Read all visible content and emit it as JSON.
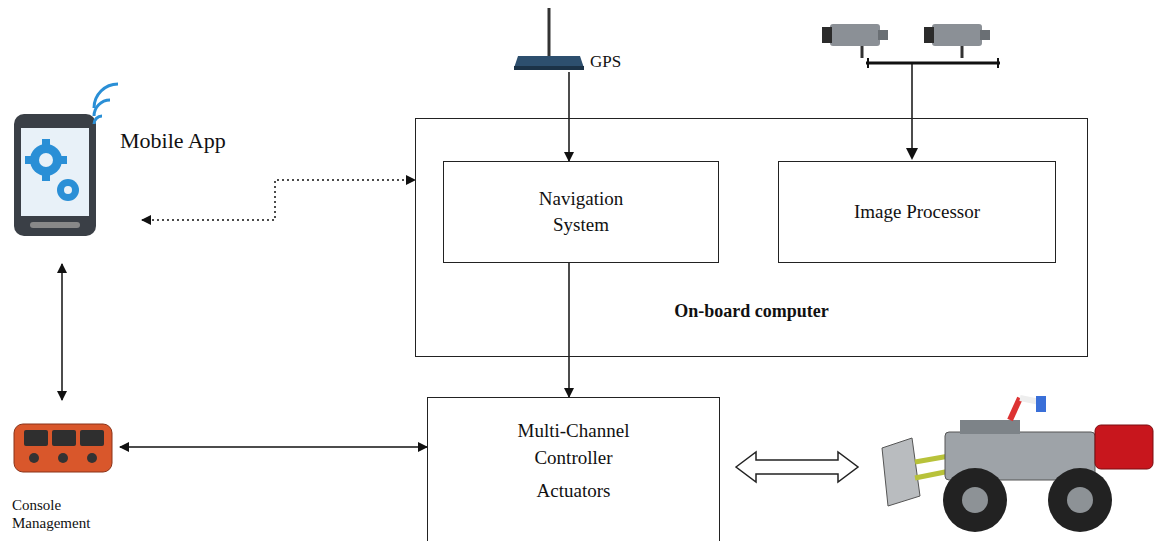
{
  "diagram": {
    "nodes": [
      {
        "text": [
          "Mobile App"
        ]
      },
      {
        "text": [
          "GPS"
        ]
      },
      {
        "text": [
          "On-board computer"
        ]
      },
      {
        "text": [
          "Navigation System"
        ],
        "in": 2
      },
      {
        "text": [
          "Image Processor"
        ],
        "in": 2
      },
      {
        "text": [
          "Multi-Channel Controller",
          "Actuators"
        ]
      },
      {
        "text": [
          "Console Management"
        ]
      }
    ],
    "edges": [
      {
        "from": 1,
        "to": 3,
        "arrow": "to"
      },
      {
        "from": 0,
        "to": 2,
        "arrow": "both"
      },
      {
        "from": 0,
        "to": 6,
        "arrow": "both"
      },
      {
        "from": 3,
        "to": 5,
        "arrow": "to"
      },
      {
        "from": 6,
        "to": 5,
        "arrow": "both"
      }
    ]
  }
}
